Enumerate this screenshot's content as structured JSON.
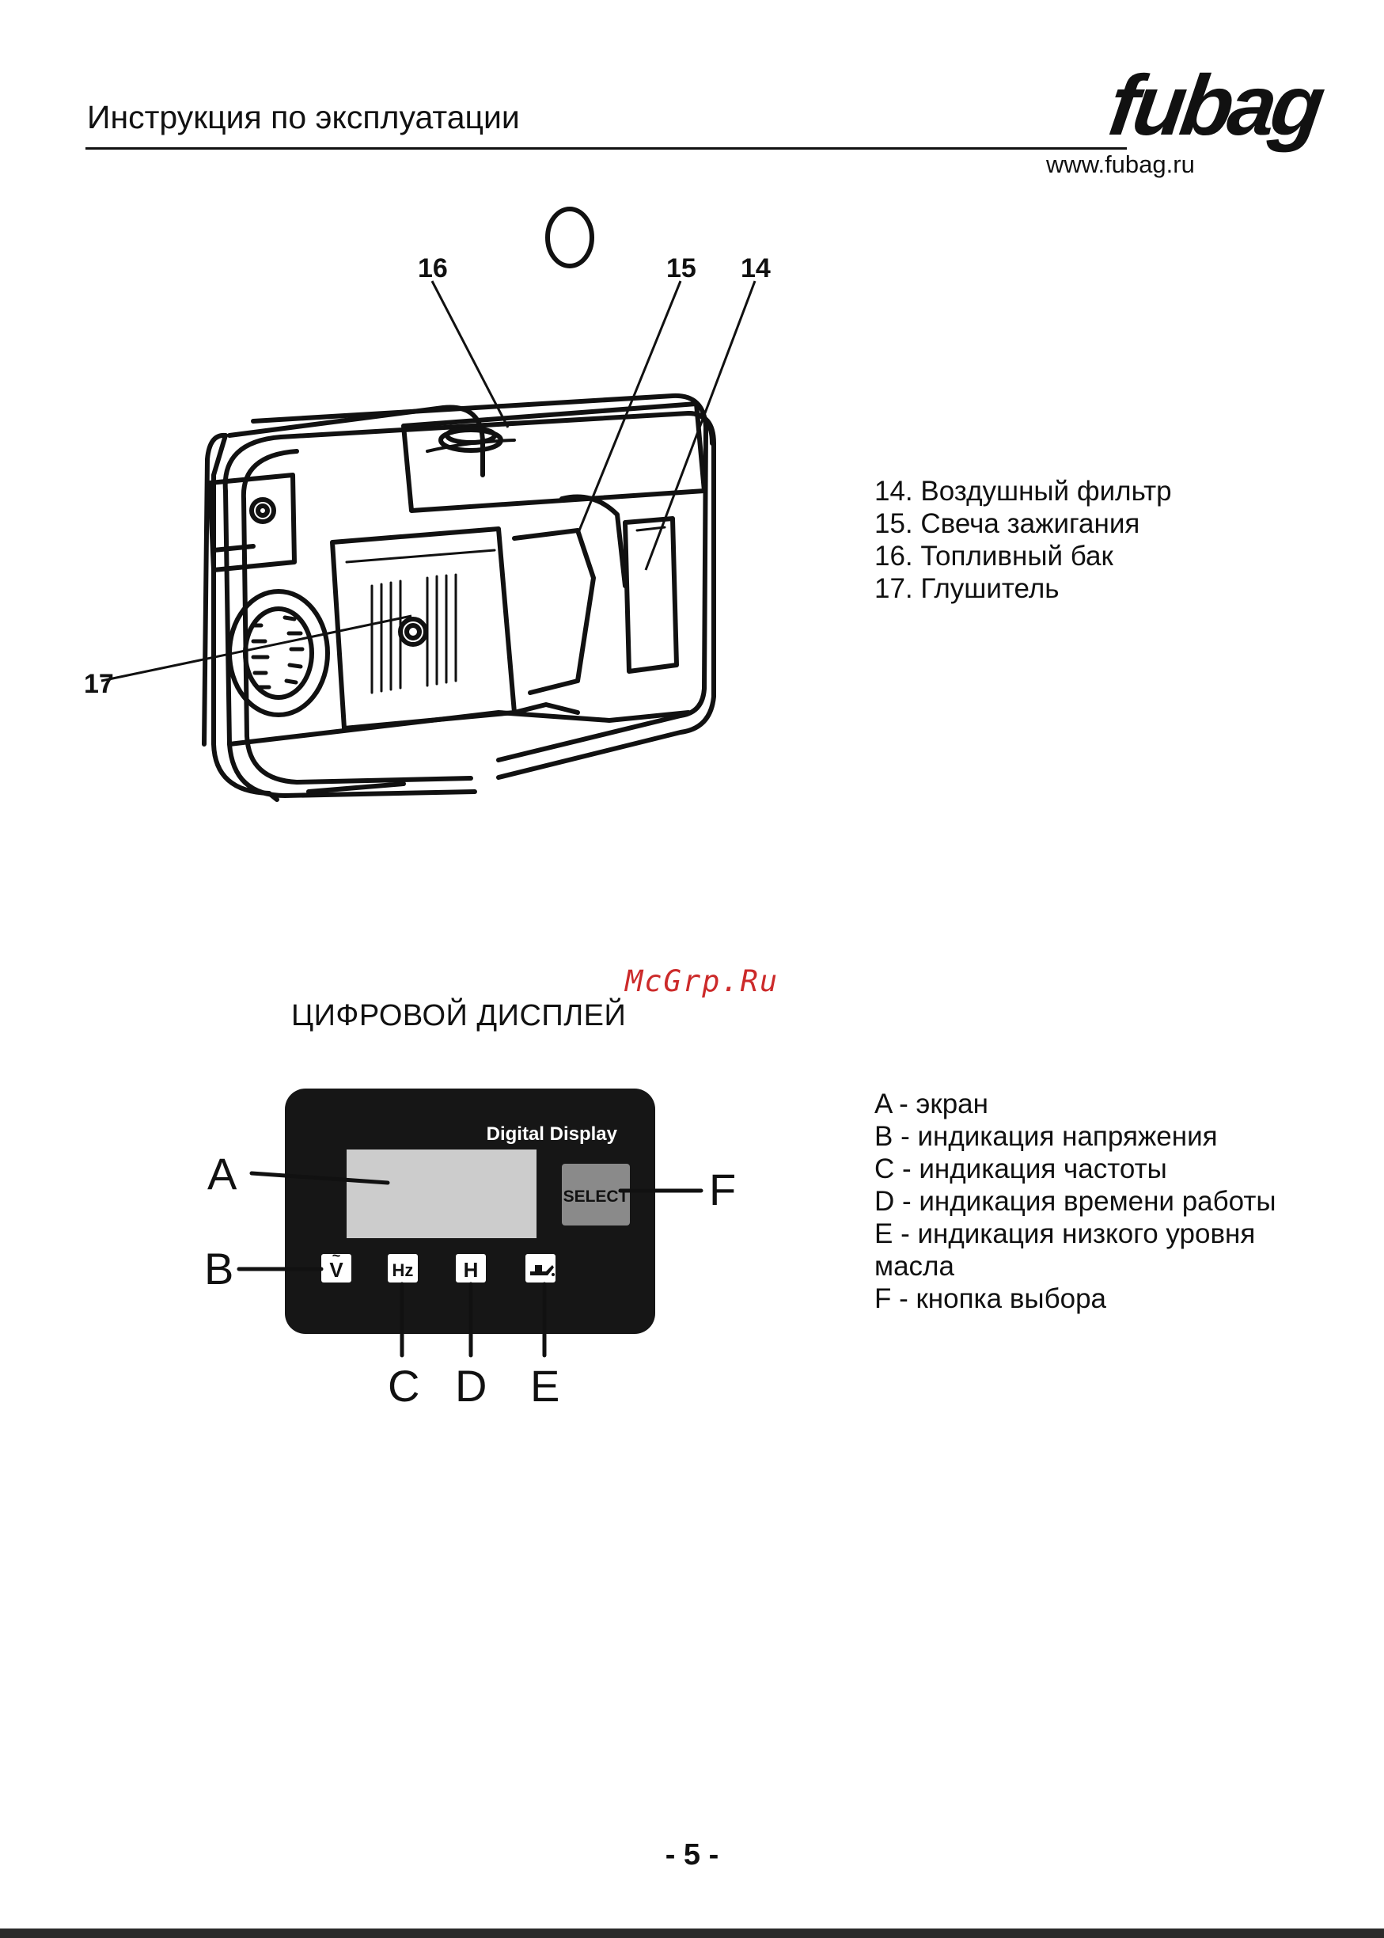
{
  "header": {
    "title": "Инструкция по эксплуатации",
    "url": "www.fubag.ru",
    "logo_text": "fubag"
  },
  "generator_figure": {
    "callouts": [
      "14",
      "15",
      "16",
      "17"
    ]
  },
  "parts_list": [
    "14. Воздушный фильтр",
    "15. Свеча зажигания",
    "16. Топливный бак",
    "17. Глушитель"
  ],
  "watermark": "McGrp.Ru",
  "display_section": {
    "title": "ЦИФРОВОЙ ДИСПЛЕЙ",
    "panel_label": "Digital Display",
    "select_label": "SELECT",
    "indicators": [
      "V",
      "Hz",
      "H"
    ],
    "letters": {
      "a": "A",
      "b": "B",
      "c": "C",
      "d": "D",
      "e": "E",
      "f": "F"
    },
    "legend": [
      "A - экран",
      "B - индикация напряжения",
      "C - индикация частоты",
      "D - индикация времени работы",
      "E - индикация низкого уровня масла",
      "F - кнопка выбора"
    ]
  },
  "page_number": "- 5 -"
}
